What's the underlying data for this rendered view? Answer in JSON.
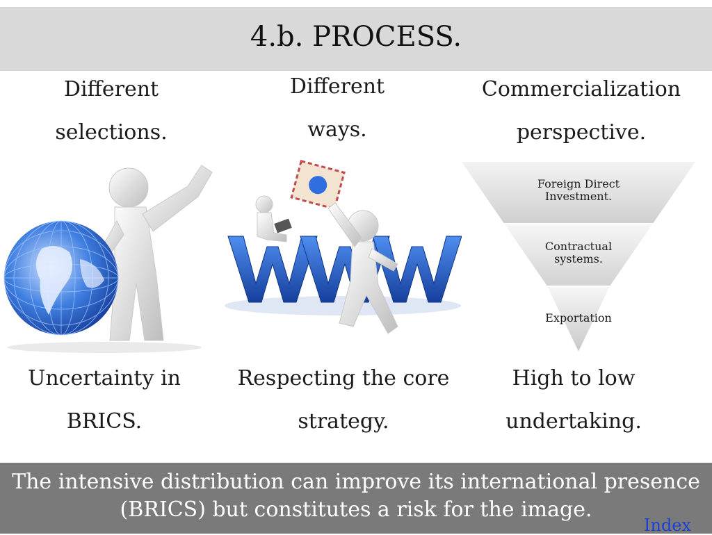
{
  "slide": {
    "title": "4.b. PROCESS.",
    "columns": [
      {
        "top_line1": "Different",
        "top_line2": "selections.",
        "bottom_line1": "Uncertainty in",
        "bottom_line2": "BRICS."
      },
      {
        "top_line1": "Different",
        "top_line2": "ways.",
        "bottom_line1": "Respecting the core",
        "bottom_line2": "strategy."
      },
      {
        "top_line1": "Commercialization",
        "top_line2": "perspective.",
        "bottom_line1": "High to low",
        "bottom_line2": "undertaking."
      }
    ],
    "funnel": {
      "levels": [
        {
          "line1": "Foreign Direct",
          "line2": "Investment."
        },
        {
          "line1": "Contractual",
          "line2": "systems."
        },
        {
          "line1": "Exportation",
          "line2": ""
        }
      ]
    },
    "footer": {
      "line1": "The intensive distribution can improve its international presence",
      "line2": "(BRICS) but constitutes a risk for the image.",
      "index_link": "Index"
    },
    "colors": {
      "title_bar": "#d9d9d9",
      "footer_bar": "#7a7a7a",
      "www_blue": "#1f5fd1",
      "link": "#1a3fd6"
    }
  }
}
